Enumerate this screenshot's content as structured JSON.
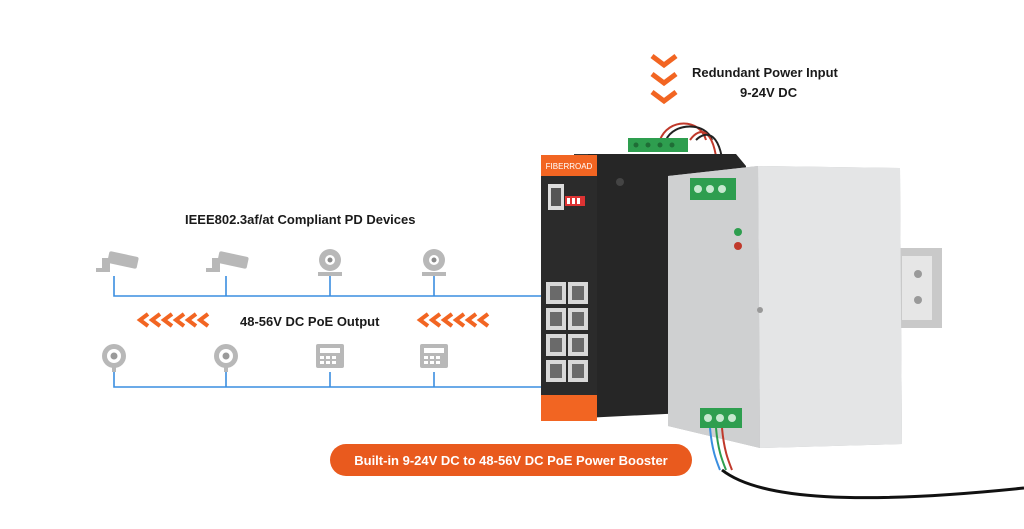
{
  "labels": {
    "power_input_line1": "Redundant Power Input",
    "power_input_line2": "9-24V DC",
    "pd_devices": "IEEE802.3af/at Compliant PD Devices",
    "poe_output": "48-56V DC PoE Output",
    "booster": "Built-in 9-24V DC to 48-56V DC PoE Power Booster",
    "brand": "FIBERROAD"
  },
  "colors": {
    "accent": "#f26522",
    "line": "#3a8ee0",
    "icon": "#b8b8b8",
    "switch_body": "#2c2c2c",
    "psu_body": "#d9dadb"
  },
  "devices_row1": [
    "camera-icon",
    "camera-icon",
    "dome-camera-icon",
    "dome-camera-icon"
  ],
  "devices_row2": [
    "fisheye-camera-icon",
    "fisheye-camera-icon",
    "access-controller-icon",
    "access-controller-icon"
  ]
}
